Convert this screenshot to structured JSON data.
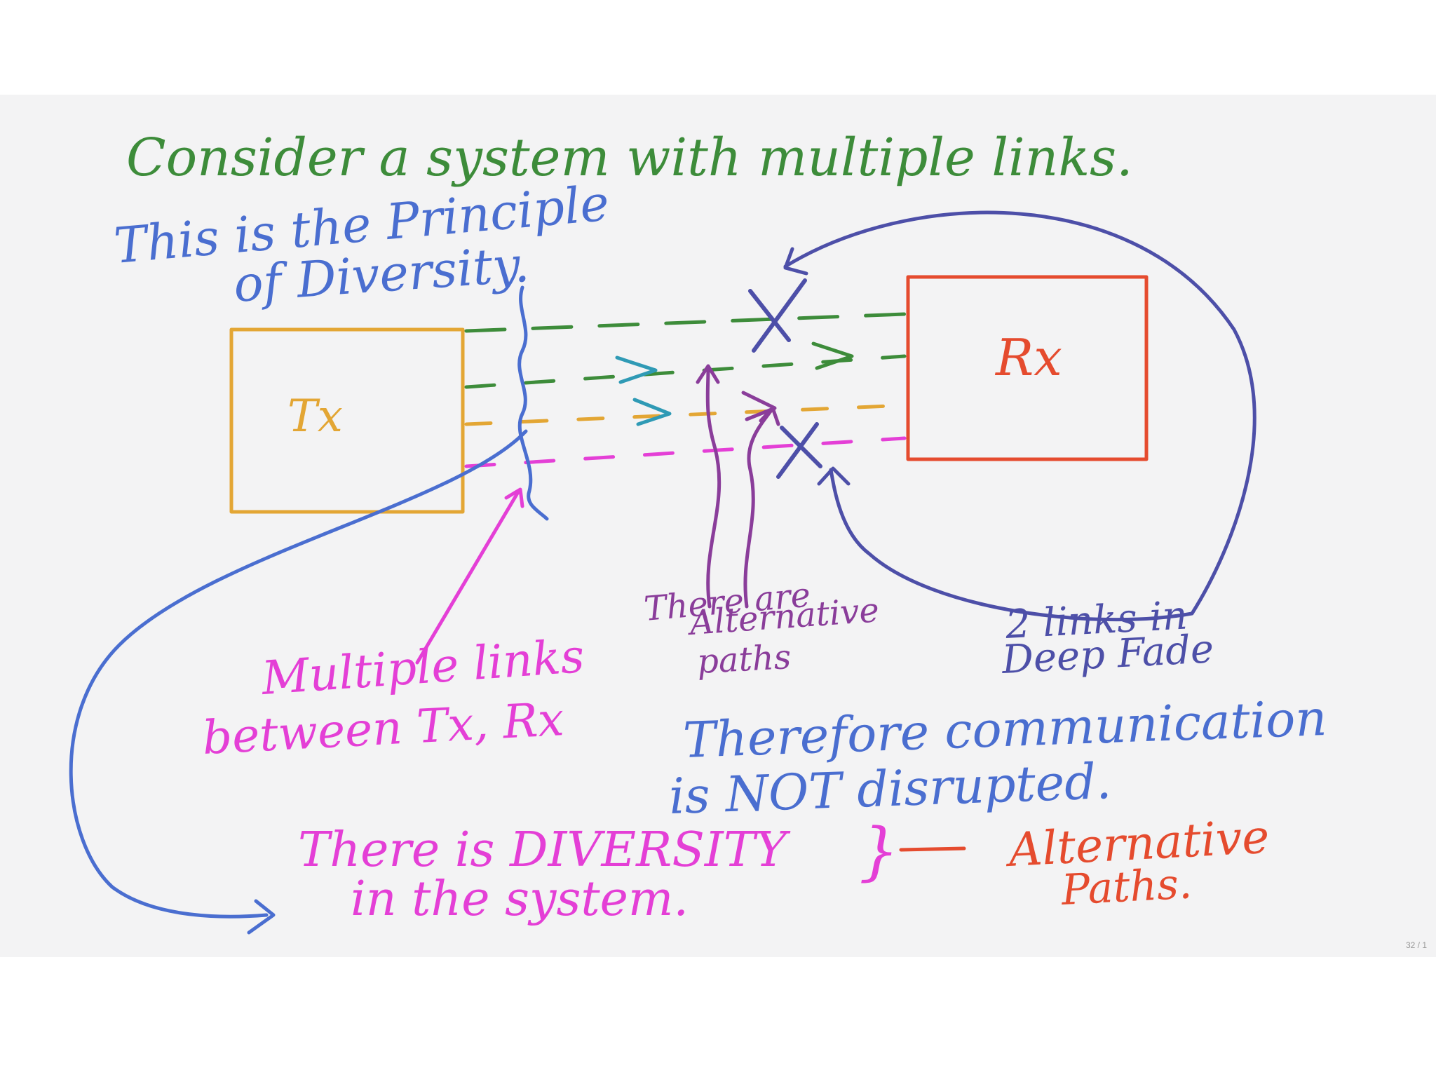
{
  "colors": {
    "green": "#3d8c3a",
    "blue": "#4a6ed0",
    "navy": "#4d4fa8",
    "orange": "#e3a634",
    "red": "#e54b2e",
    "magenta": "#e43fd6",
    "purple": "#8a3d9a",
    "cyan": "#2f9ab5"
  },
  "header": {
    "line1": "Consider a system with multiple links.",
    "line2a": "This is the Principle",
    "line2b": "of Diversity."
  },
  "diagram": {
    "tx_label": "Tx",
    "rx_label": "Rx",
    "alt_paths_note": [
      "There are",
      "Alternative",
      "paths"
    ],
    "deep_fade_note": [
      "2 links in",
      "Deep Fade"
    ],
    "multi_links_note": [
      "Multiple links",
      "between Tx, Rx"
    ]
  },
  "conclusion": {
    "line1": "Therefore communication",
    "line2": "is NOT disrupted.",
    "diversity1": "There is DIVERSITY",
    "diversity2": "in the system.",
    "brace": "}",
    "alt1": "Alternative",
    "alt2": "Paths."
  },
  "page_number": "32 / 1"
}
